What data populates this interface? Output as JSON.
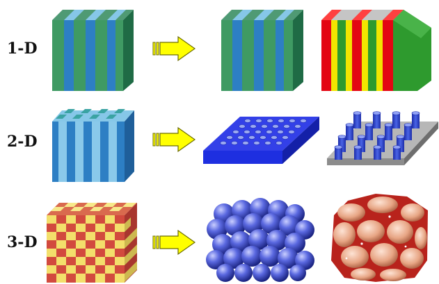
{
  "rows": [
    {
      "label": "1-D"
    },
    {
      "label": "2-D"
    },
    {
      "label": "3-D"
    }
  ],
  "colors": {
    "stripe_green": "#3f9a63",
    "stripe_blue": "#2d7fc4",
    "stripe_light_blue": "#86c7e8",
    "dark_side": "#1f6b45",
    "arrow_fill": "#ffff00",
    "arrow_stroke": "#6b6b00",
    "red": "#e30613",
    "yellow": "#f2e500",
    "green": "#2e9a2e",
    "blue_slab": "#1e2fe0",
    "pillar_blue": "#2540c8",
    "gray_plate": "#a8a8a8",
    "checker_yellow": "#f3df6b",
    "checker_red": "#d24a3e",
    "sphere_blue": "#4f5fd9",
    "gyroid_salmon": "#e9a98a",
    "gyroid_red": "#b8231c"
  }
}
